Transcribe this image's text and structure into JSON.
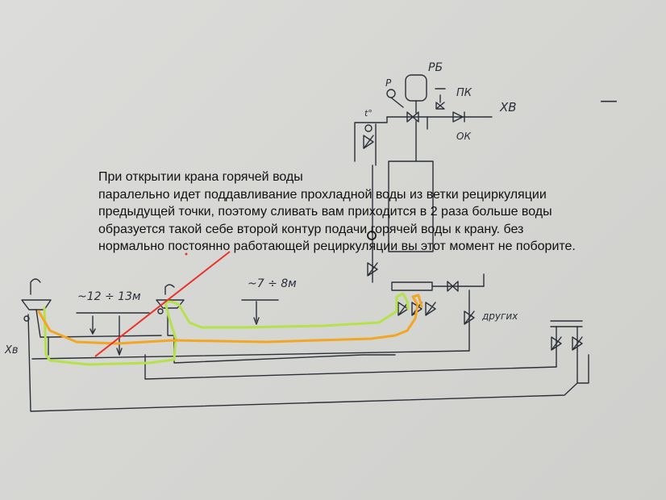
{
  "annotation": {
    "lines": [
      "При открытии крана горячей воды",
      "паралельно идет поддавливание прохладной воды из ветки рециркуляции",
      "предыдущей точки, поэтому сливать вам приходится в 2 раза больше воды",
      "образуется такой себе второй контур подачи горячей воды к крану. без",
      "нормально постоянно работающей рециркуляции вы этот момент не поборите."
    ]
  },
  "sketch_labels": {
    "pb": "РБ",
    "p": "Р",
    "pk": "ПК",
    "xv": "ХВ",
    "ok": "ОК",
    "t": "t°",
    "xb": "Хв",
    "distance_left": "~12 ÷ 13м",
    "distance_right": "~7 ÷ 8м",
    "other_consumers": "других",
    "dash": "—"
  },
  "colors": {
    "ink": "#2a2f38",
    "paper": "#d9d9d7",
    "green_loop": "#b5e24a",
    "orange_loop": "#f2a623",
    "red_line": "#e8322b"
  }
}
